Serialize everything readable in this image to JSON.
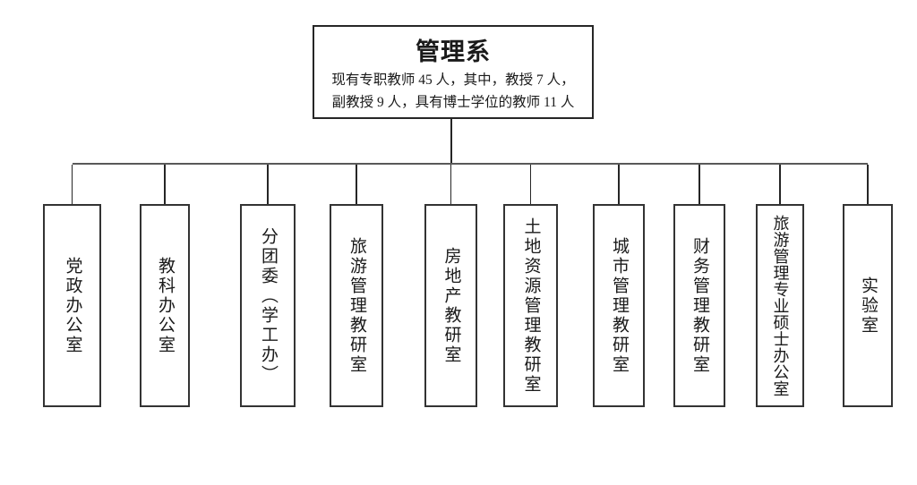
{
  "root": {
    "title": "管理系",
    "subtitle_line1": "现有专职教师 45 人，其中，教授 7 人，",
    "subtitle_line2": "副教授 9 人，具有博士学位的教师 11 人"
  },
  "departments": [
    {
      "label": "党政办公室"
    },
    {
      "label": "教科办公室"
    },
    {
      "label": "分团委（学工办）"
    },
    {
      "label": "旅游管理教研室"
    },
    {
      "label": "房地产教研室"
    },
    {
      "label": "土地资源管理教研室"
    },
    {
      "label": "城市管理教研室"
    },
    {
      "label": "财务管理教研室"
    },
    {
      "label": "旅游管理专业硕士办公室"
    },
    {
      "label": "实验室"
    }
  ],
  "colors": {
    "background": "#ffffff",
    "box_border": "#333333",
    "root_border": "#262626",
    "connector_dark": "#262626",
    "connector_rail": "#595959",
    "text": "#1a1a1a"
  }
}
